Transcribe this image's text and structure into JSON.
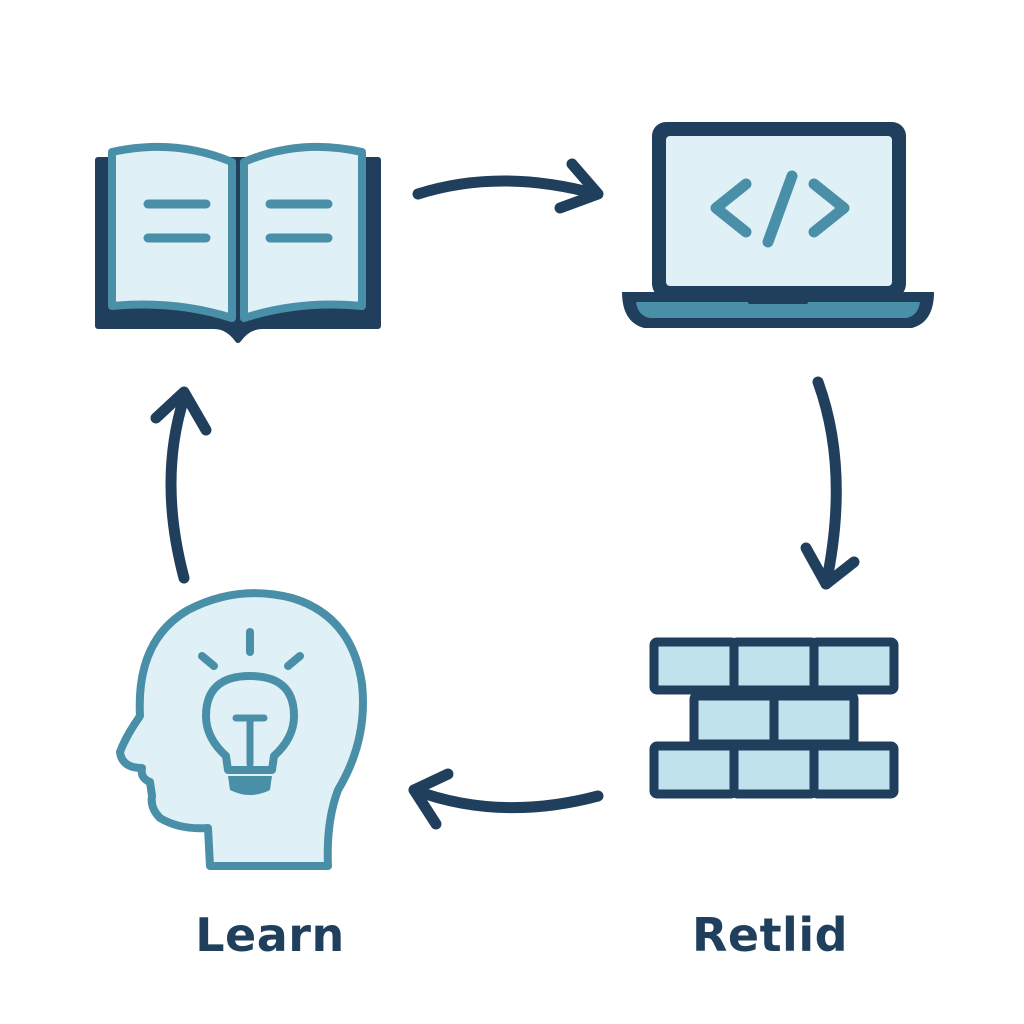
{
  "diagram": {
    "type": "cycle",
    "nodes": [
      {
        "id": "book",
        "icon": "open-book-icon"
      },
      {
        "id": "code",
        "icon": "laptop-code-icon"
      },
      {
        "id": "build",
        "icon": "brick-wall-icon",
        "label": "Retlid"
      },
      {
        "id": "learn",
        "icon": "head-lightbulb-icon",
        "label": "Learn"
      }
    ],
    "flow": [
      "book",
      "code",
      "build",
      "learn",
      "book"
    ]
  },
  "colors": {
    "dark": "#1f3f5c",
    "teal": "#4a8fa8",
    "light_fill": "#dff1f7",
    "brick_fill": "#bfe2ec"
  }
}
